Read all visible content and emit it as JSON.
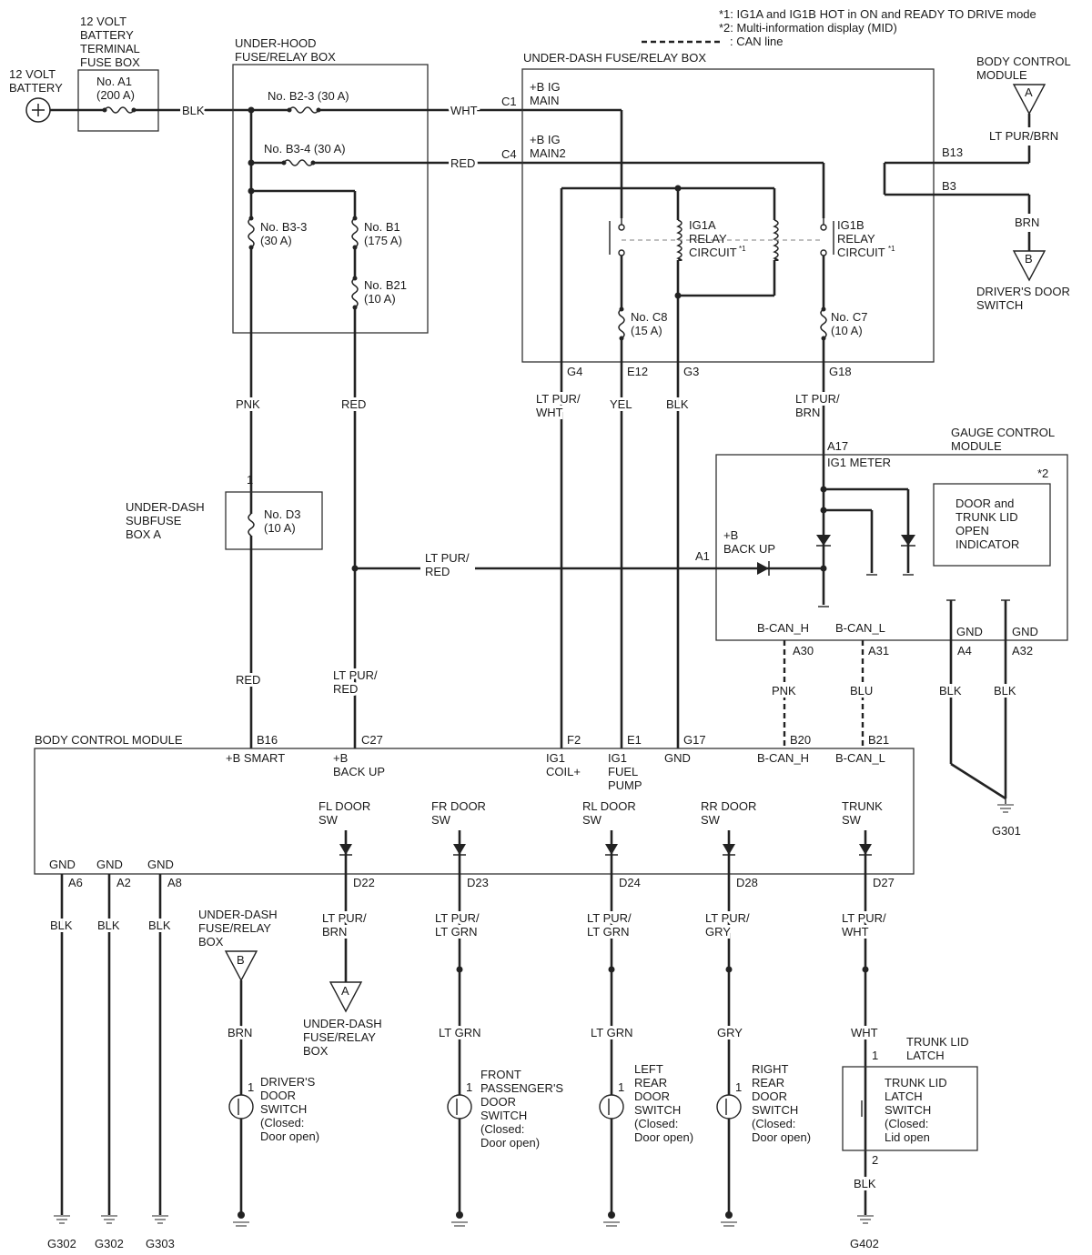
{
  "notes": {
    "note1": "*1: IG1A and IG1B HOT in ON and READY TO DRIVE mode",
    "note2": "*2: Multi-information display (MID)",
    "can_legend": ": CAN line"
  },
  "battery": {
    "label_line1": "12 VOLT",
    "label_line2": "BATTERY",
    "terminal_box_line1": "12 VOLT",
    "terminal_box_line2": "BATTERY",
    "terminal_box_line3": "TERMINAL",
    "terminal_box_line4": "FUSE BOX",
    "fuse_a1_line1": "No. A1",
    "fuse_a1_line2": "(200 A)",
    "wire": "BLK"
  },
  "underhood": {
    "title_line1": "UNDER-HOOD",
    "title_line2": "FUSE/RELAY BOX",
    "fuse_b2_3": "No. B2-3 (30 A)",
    "fuse_b3_4": "No. B3-4 (30 A)",
    "fuse_b3_3_line1": "No. B3-3",
    "fuse_b3_3_line2": "(30 A)",
    "fuse_b1_line1": "No. B1",
    "fuse_b1_line2": "(175 A)",
    "fuse_b21_line1": "No. B21",
    "fuse_b21_line2": "(10 A)",
    "wire_whi": "WHT",
    "wire_red": "RED",
    "wire_pnk": "PNK",
    "wire_red2": "RED"
  },
  "underdash": {
    "title": "UNDER-DASH FUSE/RELAY BOX",
    "c1": "C1",
    "c4": "C4",
    "bigmain_line1": "+B IG",
    "bigmain_line2": "MAIN",
    "bigmain2_line1": "+B IG",
    "bigmain2_line2": "MAIN2",
    "ig1a_line1": "IG1A",
    "ig1a_line2": "RELAY",
    "ig1a_line3": "CIRCUIT",
    "ig1b_line1": "IG1B",
    "ig1b_line2": "RELAY",
    "ig1b_line3": "CIRCUIT",
    "star1": "*1",
    "fuse_c8_line1": "No. C8",
    "fuse_c8_line2": "(15 A)",
    "fuse_c7_line1": "No. C7",
    "fuse_c7_line2": "(10 A)",
    "g4": "G4",
    "e12": "E12",
    "g3": "G3",
    "g18": "G18",
    "wire_g4_line1": "LT PUR/",
    "wire_g4_line2": "WHT",
    "wire_e12": "YEL",
    "wire_g3": "BLK",
    "wire_g18_line1": "LT PUR/",
    "wire_g18_line2": "BRN"
  },
  "bcm_top_right": {
    "title_line1": "BODY CONTROL",
    "title_line2": "MODULE",
    "conn_a": "A",
    "wire_a": "LT PUR/BRN",
    "b13": "B13",
    "b3": "B3",
    "wire_b": "BRN",
    "conn_b": "B",
    "ds_line1": "DRIVER'S DOOR",
    "ds_line2": "SWITCH"
  },
  "subfuse": {
    "pin": "1",
    "title_line1": "UNDER-DASH",
    "title_line2": "SUBFUSE",
    "title_line3": "BOX A",
    "fuse_line1": "No. D3",
    "fuse_line2": "(10 A)"
  },
  "gauge": {
    "title_line1": "GAUGE CONTROL",
    "title_line2": "MODULE",
    "a17": "A17",
    "ig1meter": "IG1 METER",
    "star2": "*2",
    "door_ind_line1": "DOOR and",
    "door_ind_line2": "TRUNK LID",
    "door_ind_line3": "OPEN",
    "door_ind_line4": "INDICATOR",
    "bbackup_line1": "+B",
    "bbackup_line2": "BACK UP",
    "a1": "A1",
    "wire_a1_line1": "LT PUR/",
    "wire_a1_line2": "RED",
    "bcan_h": "B-CAN_H",
    "bcan_l": "B-CAN_L",
    "gnd1": "GND",
    "gnd2": "GND",
    "a30": "A30",
    "a31": "A31",
    "a4": "A4",
    "a32": "A32",
    "wire_a30": "PNK",
    "wire_a31": "BLU",
    "wire_a4": "BLK",
    "wire_a32": "BLK",
    "ground": "G301"
  },
  "bcm": {
    "title": "BODY CONTROL MODULE",
    "wire_b16": "RED",
    "wire_c27_line1": "LT PUR/",
    "wire_c27_line2": "RED",
    "b16": "B16",
    "c27": "C27",
    "f2": "F2",
    "e1": "E1",
    "g17": "G17",
    "b20": "B20",
    "b21": "B21",
    "bsmart": "+B SMART",
    "bbackup_line1": "+B",
    "bbackup_line2": "BACK UP",
    "ig1coil_line1": "IG1",
    "ig1coil_line2": "COIL+",
    "ig1fuel_line1": "IG1",
    "ig1fuel_line2": "FUEL",
    "ig1fuel_line3": "PUMP",
    "gnd": "GND",
    "bcan_h": "B-CAN_H",
    "bcan_l": "B-CAN_L",
    "fl_line1": "FL DOOR",
    "fl_line2": "SW",
    "fr_line1": "FR DOOR",
    "fr_line2": "SW",
    "rl_line1": "RL DOOR",
    "rl_line2": "SW",
    "rr_line1": "RR DOOR",
    "rr_line2": "SW",
    "trunk_line1": "TRUNK",
    "trunk_line2": "SW",
    "gnd_a6": "GND",
    "gnd_a2": "GND",
    "gnd_a8": "GND",
    "a6": "A6",
    "a2": "A2",
    "a8": "A8",
    "d22": "D22",
    "d23": "D23",
    "d24": "D24",
    "d28": "D28",
    "d27": "D27"
  },
  "bottom": {
    "blk1": "BLK",
    "blk2": "BLK",
    "blk3": "BLK",
    "g302a": "G302",
    "g302b": "G302",
    "g303": "G303",
    "udfb_line1": "UNDER-DASH",
    "udfb_line2": "FUSE/RELAY",
    "udfb_line3": "BOX",
    "conn_b": "B",
    "brn": "BRN",
    "pin1_driver": "1",
    "driver_line1": "DRIVER'S",
    "driver_line2": "DOOR",
    "driver_line3": "SWITCH",
    "driver_line4": "(Closed:",
    "driver_line5": "Door open)",
    "d22_wire_line1": "LT PUR/",
    "d22_wire_line2": "BRN",
    "conn_a": "A",
    "udfb2_line1": "UNDER-DASH",
    "udfb2_line2": "FUSE/RELAY",
    "udfb2_line3": "BOX",
    "d23_wire_line1": "LT PUR/",
    "d23_wire_line2": "LT GRN",
    "d23_wire2": "LT GRN",
    "pin1_front": "1",
    "front_line1": "FRONT",
    "front_line2": "PASSENGER'S",
    "front_line3": "DOOR",
    "front_line4": "SWITCH",
    "front_line5": "(Closed:",
    "front_line6": "Door open)",
    "d24_wire_line1": "LT PUR/",
    "d24_wire_line2": "LT GRN",
    "d24_wire2": "LT GRN",
    "pin1_left": "1",
    "left_line1": "LEFT",
    "left_line2": "REAR",
    "left_line3": "DOOR",
    "left_line4": "SWITCH",
    "left_line5": "(Closed:",
    "left_line6": "Door open)",
    "d28_wire_line1": "LT PUR/",
    "d28_wire_line2": "GRY",
    "d28_wire2": "GRY",
    "pin1_right": "1",
    "right_line1": "RIGHT",
    "right_line2": "REAR",
    "right_line3": "DOOR",
    "right_line4": "SWITCH",
    "right_line5": "(Closed:",
    "right_line6": "Door open)",
    "d27_wire_line1": "LT PUR/",
    "d27_wire_line2": "WHT",
    "d27_wire2": "WHT",
    "latch_title_line1": "TRUNK LID",
    "latch_title_line2": "LATCH",
    "pin1_trunk": "1",
    "pin2_trunk": "2",
    "trunk_line1": "TRUNK LID",
    "trunk_line2": "LATCH",
    "trunk_line3": "SWITCH",
    "trunk_line4": "(Closed:",
    "trunk_line5": "Lid open",
    "trunk_blk": "BLK",
    "g402": "G402"
  }
}
